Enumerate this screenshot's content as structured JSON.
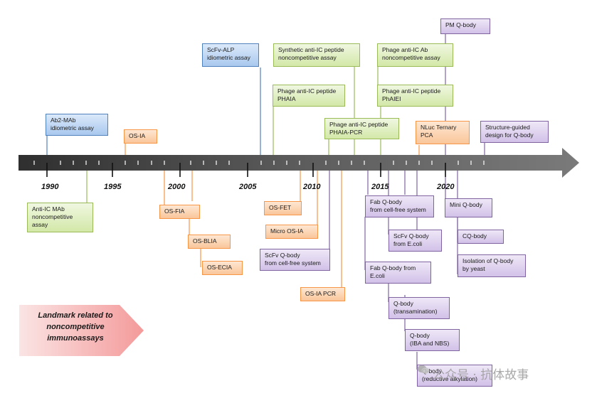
{
  "timeline": {
    "years": [
      "1990",
      "1995",
      "2000",
      "2005",
      "2010",
      "2015",
      "2020"
    ]
  },
  "legend": {
    "text": "Landmark related to\nnoncompetitive\nimmunoassays"
  },
  "colors": {
    "blue": "#4f81bd",
    "green": "#9bbb59",
    "orange": "#f79646",
    "purple": "#8064a2",
    "arrow": "#4a4a4a",
    "legend": "#f7a3a3"
  },
  "events": {
    "pm_qbody": "PM Q-body",
    "scfv_alp": "ScFv-ALP\nidiometric assay",
    "synthetic_anti_ic": "Synthetic anti-IC peptide\nnoncompetitive assay",
    "phage_anti_ic_ab": "Phage anti-IC Ab\nnoncompetitive assay",
    "phage_phaia": "Phage anti-IC peptide\nPHAIA",
    "phage_phaiei": "Phage anti-IC peptide\nPhAIEI",
    "ab2_mab": "Ab2-MAb\nidiometric assay",
    "os_ia": "OS-IA",
    "phaia_pcr": "Phage anti-IC peptide\nPHAIA-PCR",
    "nluc": "NLuc Ternary\nPCA",
    "structure_guided": "Structure-guided\ndesign for Q-body",
    "anti_ic_mab": "Anti-IC MAb\nnoncompetitive\nassay",
    "os_fia": "OS-FIA",
    "os_blia": "OS-BLIA",
    "os_ecia": "OS-ECIA",
    "os_fet": "OS-FET",
    "micro_os_ia": "Micro OS-IA",
    "scfv_cellfree": "ScFv Q-body\nfrom cell-free system",
    "os_ia_pcr": "OS-IA PCR",
    "fab_cellfree": "Fab Q-body\nfrom cell-free system",
    "scfv_ecoli": "ScFv Q-body\nfrom E.coli",
    "fab_ecoli": "Fab Q-body from\nE.coli",
    "qbody_transamination": "Q-body\n(transamination)",
    "qbody_iba": "Q-body\n(IBA and NBS)",
    "qbody_reductive": "Q-body\n(reductive alkylation)",
    "mini_qbody": "Mini Q-body",
    "cq_body": "CQ-body",
    "isolation_yeast": "Isolation of Q-body\nby yeast"
  },
  "watermark": {
    "text": "公众号 · 抗体故事"
  }
}
